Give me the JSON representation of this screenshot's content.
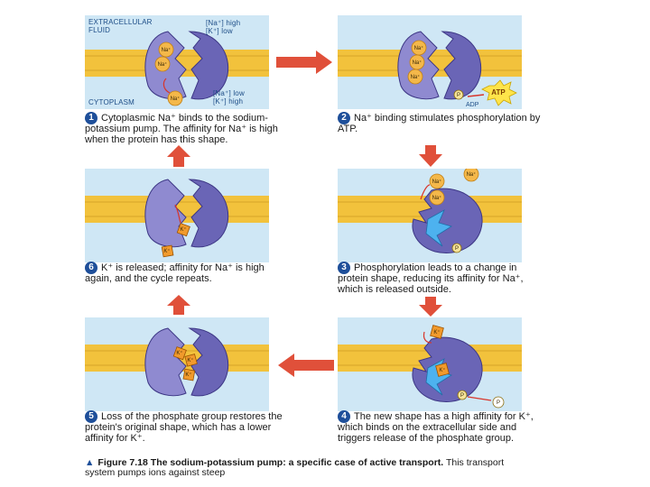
{
  "labels": {
    "extracellular": "EXTRACELLULAR FLUID",
    "cytoplasm": "CYTOPLASM",
    "na_high": "[Na⁺] high",
    "k_low": "[K⁺] low",
    "na_low": "[Na⁺] low",
    "k_high": "[K⁺] high",
    "atp": "ATP",
    "adp": "ADP",
    "na_ion": "Na⁺",
    "k_ion": "K⁺",
    "p_group": "P",
    "pi_group": "P"
  },
  "steps": [
    {
      "number": "1",
      "text": "Cytoplasmic Na⁺ binds to the sodium-potassium pump. The affinity for Na⁺ is high when the protein has this shape."
    },
    {
      "number": "2",
      "text": "Na⁺ binding stimulates phosphorylation by ATP."
    },
    {
      "number": "3",
      "text": "Phosphorylation leads to a change in protein shape, reducing its affinity for Na⁺, which is released outside."
    },
    {
      "number": "4",
      "text": "The new shape has a high affinity for K⁺, which binds on the extracellular side and triggers release of the phosphate group."
    },
    {
      "number": "5",
      "text": "Loss of the phosphate group restores the protein's original shape, which has a lower affinity for K⁺."
    },
    {
      "number": "6",
      "text": "K⁺ is released; affinity for Na⁺ is high again, and the cycle repeats."
    }
  ],
  "figure": {
    "label": "Figure 7.18",
    "title": "The sodium-potassium pump: a specific case of active transport.",
    "text": "This transport system pumps ions against steep"
  },
  "colors": {
    "fluid": "#cfe7f5",
    "membrane": "#f2c23c",
    "protein": "#6a65b6",
    "arrow": "#e0503a",
    "step_badge": "#1e4f9a"
  }
}
